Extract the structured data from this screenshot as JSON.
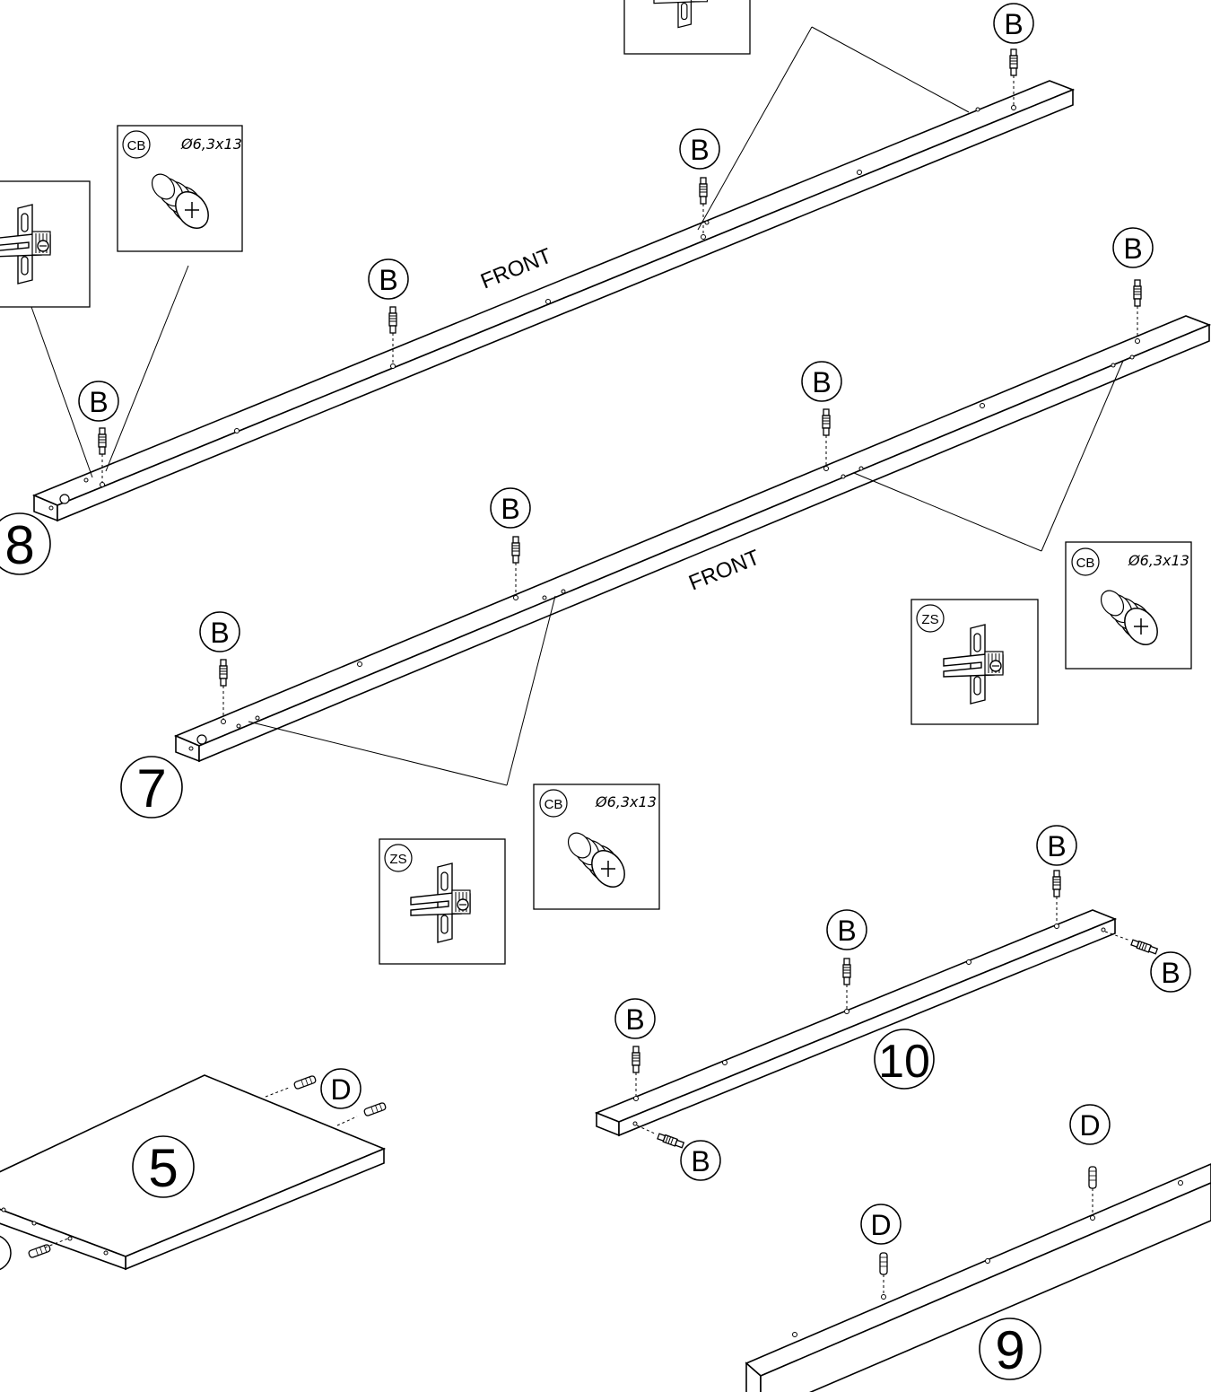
{
  "labels": {
    "front": "FRONT",
    "hardware_b": "B",
    "hardware_d": "D",
    "cam_bolt": "CB",
    "cam_lock": "ZS",
    "screw_spec": "Ø6,3x13"
  },
  "parts": {
    "p5": "5",
    "p7": "7",
    "p8": "8",
    "p9": "9",
    "p10": "10"
  }
}
